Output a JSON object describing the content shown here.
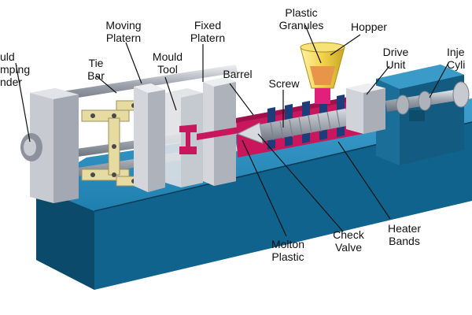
{
  "diagram": {
    "labels": {
      "clamping_cylinder": "uld\nmping\nnder",
      "tie_bar": "Tie\nBar",
      "moving_platen": "Moving\nPlatern",
      "fixed_platen": "Fixed\nPlatern",
      "mould_tool": "Mould\nTool",
      "barrel": "Barrel",
      "plastic_granules": "Plastic\nGranules",
      "hopper": "Hopper",
      "screw": "Screw",
      "drive_unit": "Drive\nUnit",
      "injection_cylinder": "Inje\nCyli",
      "molton_plastic": "Molton\nPlastic",
      "check_valve": "Check\nValve",
      "heater_bands": "Heater\nBands"
    },
    "colors": {
      "base_front": "#0f5f86",
      "base_top": "#2d8fbf",
      "base_side": "#0b4a6a",
      "platen": "#c9ccd3",
      "platen_dark": "#9ea3ad",
      "mould_plastic": "#c8175d",
      "hopper": "#f3d24a",
      "granules": "#e8954a",
      "toggle_link": "#e6dca2",
      "barrel_blue": "#1f3c7a",
      "screw": "#b9bdc6",
      "leader": "#111111"
    }
  }
}
